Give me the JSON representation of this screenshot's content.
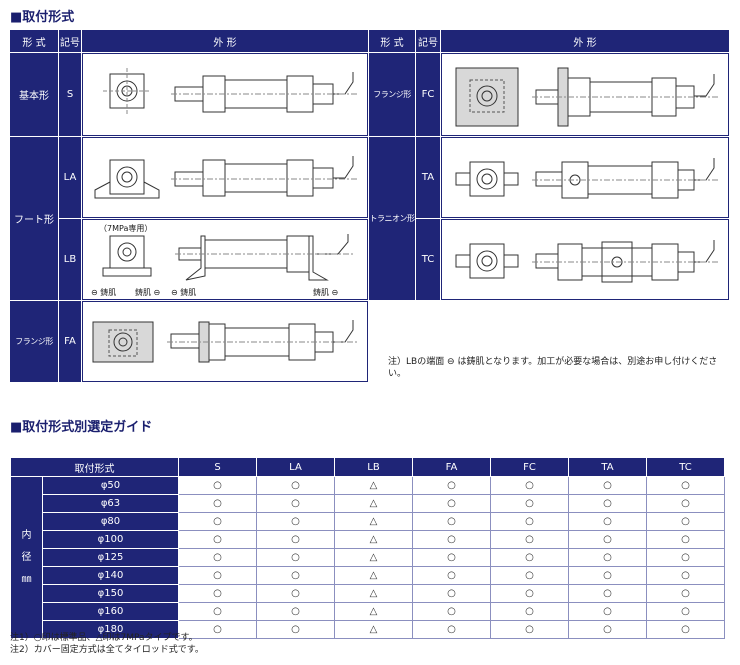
{
  "section1": {
    "title": "■取付形式"
  },
  "table1": {
    "left_header": {
      "type": "形 式",
      "code": "記号",
      "shape": "外 形"
    },
    "right_header": {
      "type": "形 式",
      "code": "記号",
      "shape": "外 形"
    },
    "rows_left": [
      {
        "type": "基本形",
        "code": "S"
      },
      {
        "type": "フート形",
        "codes": [
          "LA",
          "LB"
        ],
        "note": "（7MPa専用）",
        "labels": [
          "鋳肌",
          "鋳肌",
          "鋳肌",
          "鋳肌"
        ]
      },
      {
        "type": "フランジ形",
        "code": "FA"
      }
    ],
    "rows_right": [
      {
        "type": "フランジ形",
        "code": "FC"
      },
      {
        "type": "トラニオン形",
        "codes": [
          "TA",
          "TC"
        ]
      }
    ],
    "footnote": "注）LBの端面 ⊖ は鋳肌となります。加工が必要な場合は、別途お申し付けください。"
  },
  "section2": {
    "title": "■取付形式別選定ガイド"
  },
  "guide": {
    "header": [
      "取付形式",
      "S",
      "LA",
      "LB",
      "FA",
      "FC",
      "TA",
      "TC"
    ],
    "side_label": [
      "内",
      "径",
      "㎜"
    ],
    "rows": [
      {
        "size": "φ50",
        "marks": [
          "○",
          "○",
          "△",
          "○",
          "○",
          "○",
          "○"
        ]
      },
      {
        "size": "φ63",
        "marks": [
          "○",
          "○",
          "△",
          "○",
          "○",
          "○",
          "○"
        ]
      },
      {
        "size": "φ80",
        "marks": [
          "○",
          "○",
          "△",
          "○",
          "○",
          "○",
          "○"
        ]
      },
      {
        "size": "φ100",
        "marks": [
          "○",
          "○",
          "△",
          "○",
          "○",
          "○",
          "○"
        ]
      },
      {
        "size": "φ125",
        "marks": [
          "○",
          "○",
          "△",
          "○",
          "○",
          "○",
          "○"
        ]
      },
      {
        "size": "φ140",
        "marks": [
          "○",
          "○",
          "△",
          "○",
          "○",
          "○",
          "○"
        ]
      },
      {
        "size": "φ150",
        "marks": [
          "○",
          "○",
          "△",
          "○",
          "○",
          "○",
          "○"
        ]
      },
      {
        "size": "φ160",
        "marks": [
          "○",
          "○",
          "△",
          "○",
          "○",
          "○",
          "○"
        ]
      },
      {
        "size": "φ180",
        "marks": [
          "○",
          "○",
          "△",
          "○",
          "○",
          "○",
          "○"
        ]
      }
    ],
    "notes": [
      "注1）○印は標準品、△印は7MPaタイプです。",
      "注2）カバー固定方式は全てタイロッド式です。"
    ]
  }
}
